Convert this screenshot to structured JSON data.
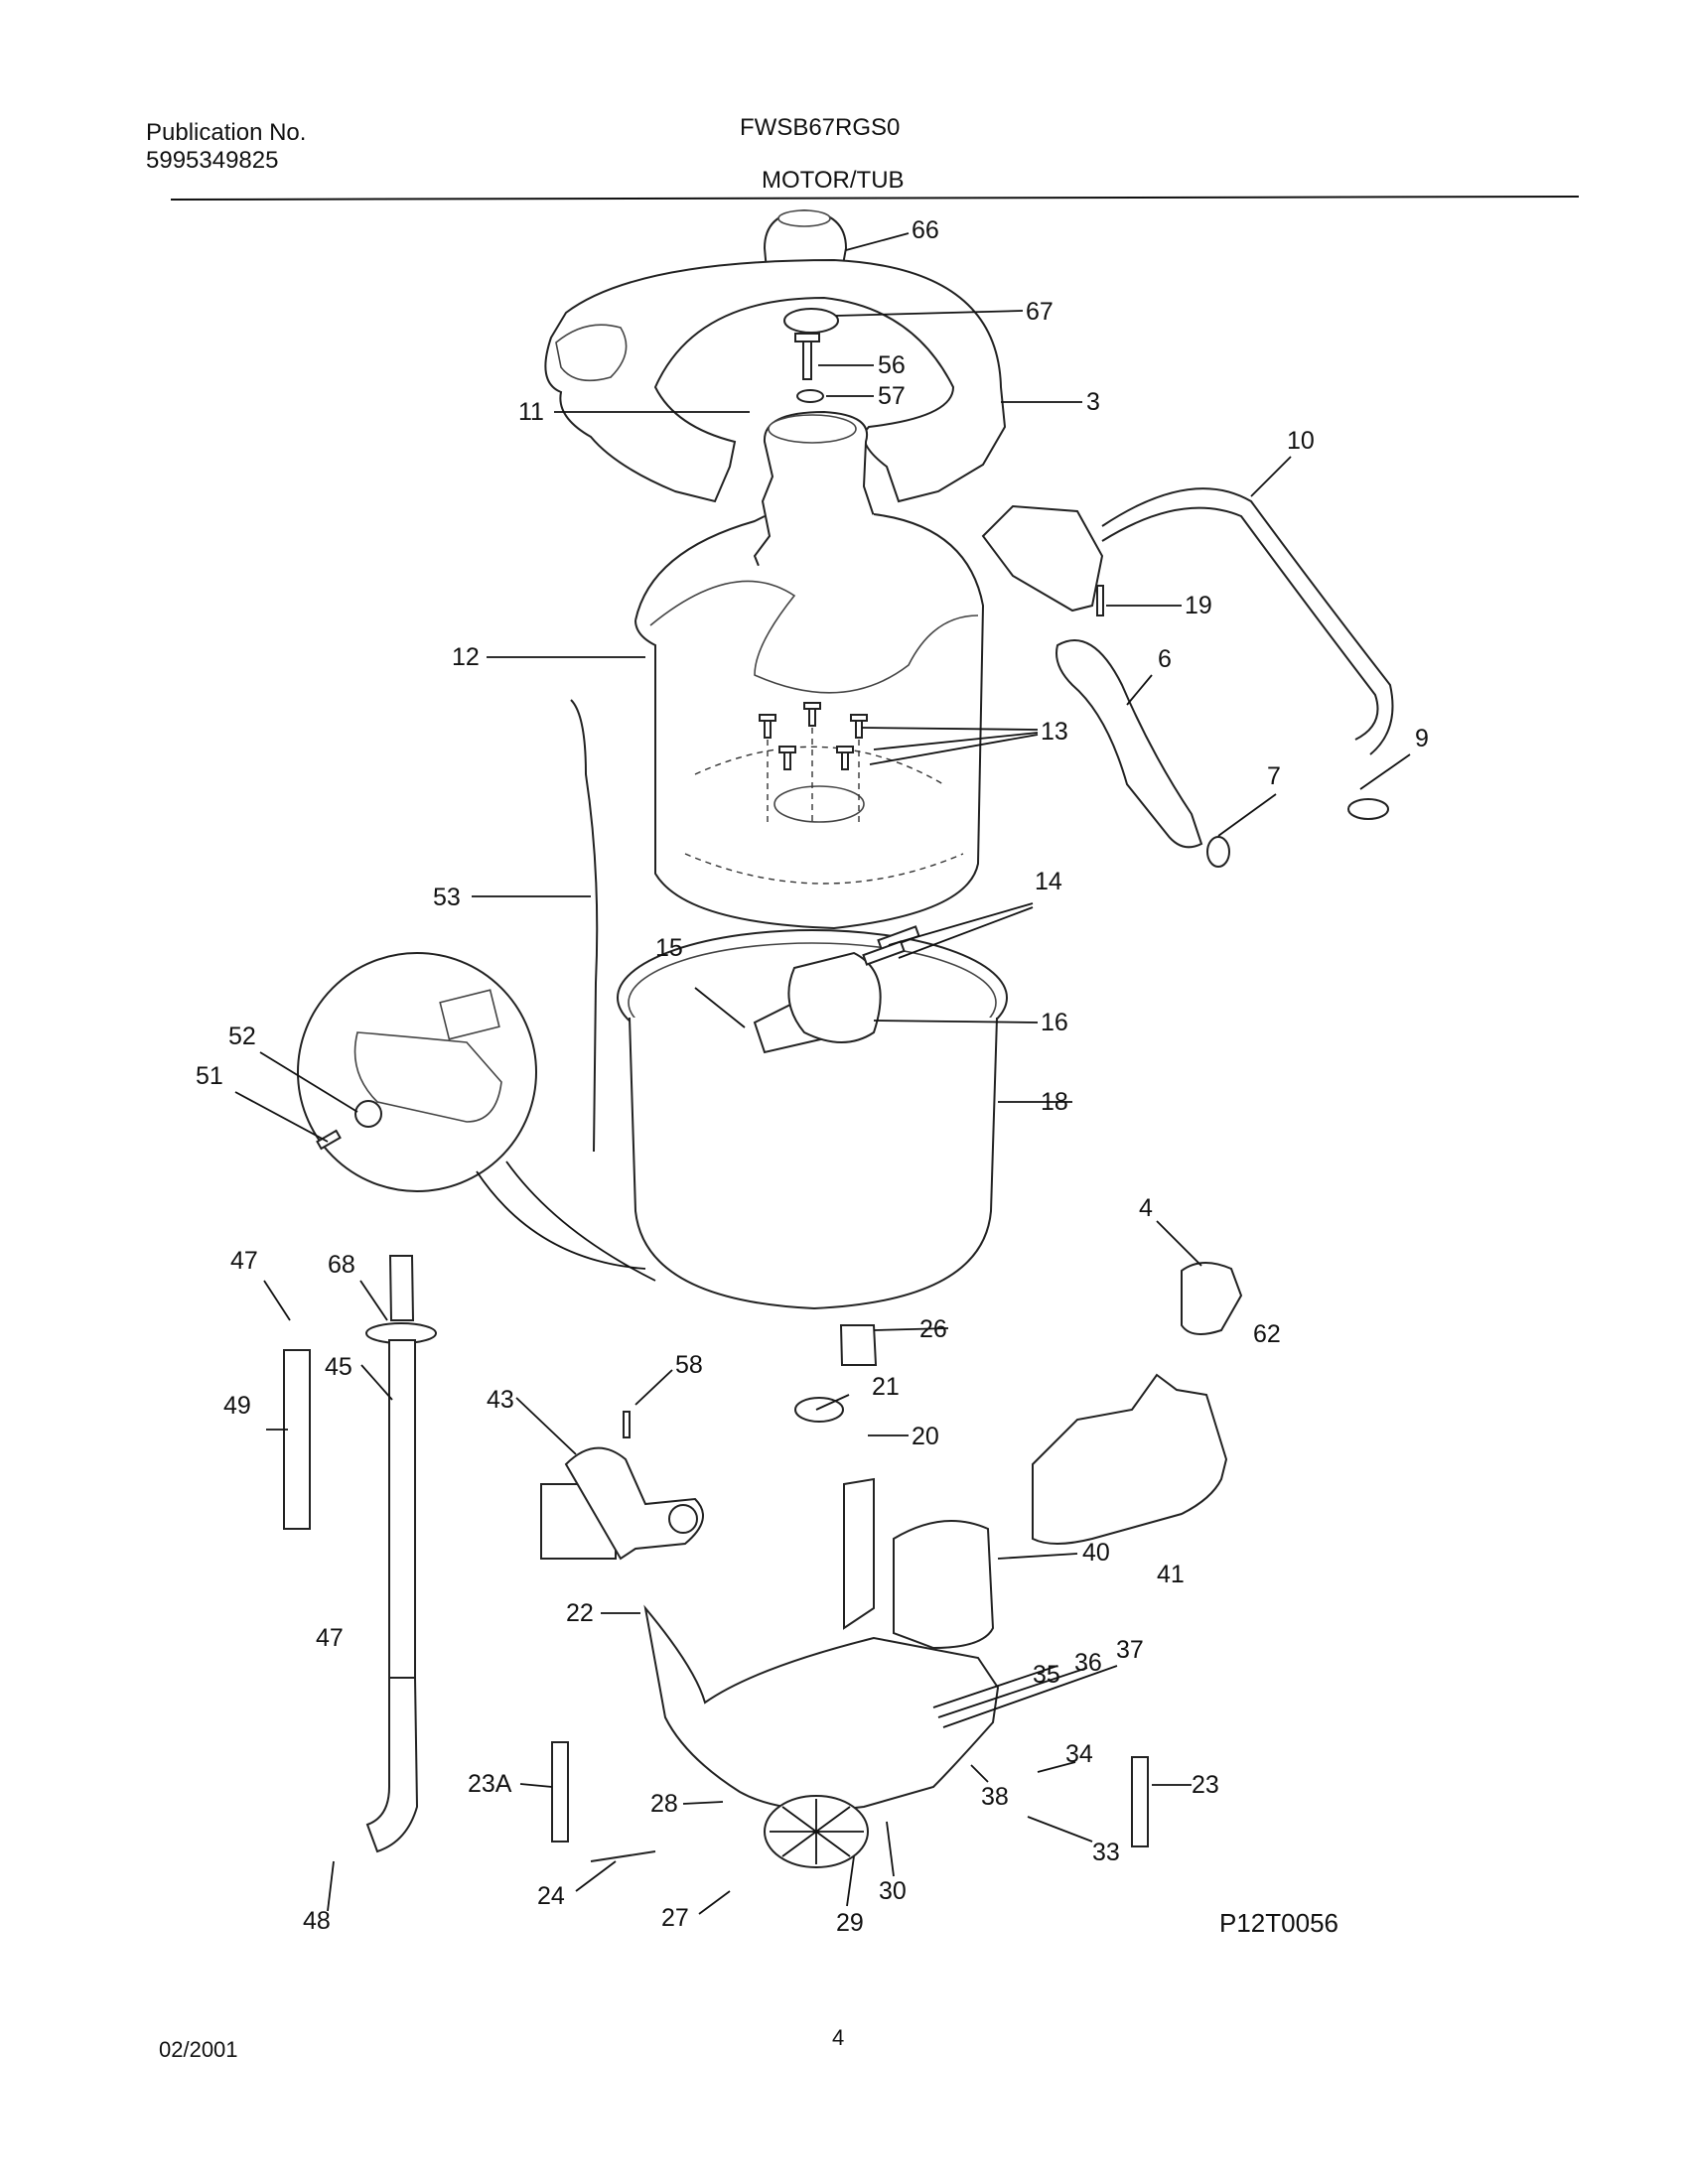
{
  "header": {
    "publication_label": "Publication No.",
    "publication_number": "5995349825",
    "model": "FWSB67RGS0",
    "section": "MOTOR/TUB"
  },
  "callouts": [
    "66",
    "67",
    "56",
    "57",
    "3",
    "10",
    "11",
    "19",
    "12",
    "6",
    "13",
    "9",
    "7",
    "53",
    "14",
    "15",
    "16",
    "52",
    "51",
    "18",
    "4",
    "62",
    "47",
    "68",
    "26",
    "45",
    "58",
    "21",
    "49",
    "43",
    "20",
    "40",
    "41",
    "22",
    "35",
    "36",
    "37",
    "47",
    "34",
    "23A",
    "23",
    "38",
    "28",
    "33",
    "24",
    "30",
    "27",
    "29",
    "48"
  ],
  "footer": {
    "figure_code": "P12T0056",
    "date": "02/2001",
    "page": "4"
  }
}
